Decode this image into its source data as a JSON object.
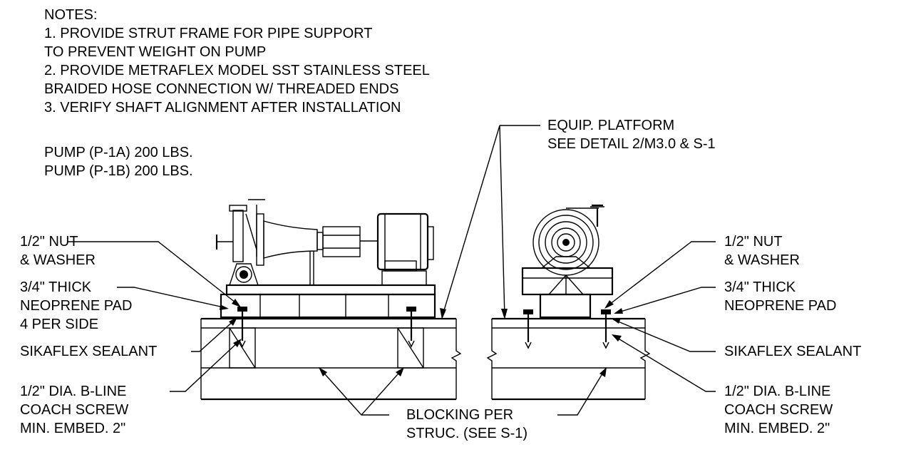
{
  "notes": {
    "heading": "NOTES:",
    "lines": [
      "1. PROVIDE STRUT FRAME FOR PIPE SUPPORT",
      "TO PREVENT WEIGHT ON PUMP",
      "2. PROVIDE METRAFLEX MODEL SST STAINLESS STEEL",
      "BRAIDED HOSE CONNECTION W/ THREADED ENDS",
      "3. VERIFY SHAFT ALIGNMENT AFTER INSTALLATION"
    ]
  },
  "weights": [
    "PUMP (P-1A) 200 LBS.",
    "PUMP (P-1B) 200 LBS."
  ],
  "callouts": {
    "platform": [
      "EQUIP. PLATFORM",
      "SEE DETAIL 2/M3.0 & S-1"
    ],
    "blocking": [
      "BLOCKING PER",
      "STRUC. (SEE S-1)"
    ],
    "left_nut": [
      "1/2\" NUT",
      "& WASHER"
    ],
    "left_pad": [
      "3/4\" THICK",
      "NEOPRENE PAD",
      "4 PER SIDE"
    ],
    "left_sealant": [
      "SIKAFLEX SEALANT"
    ],
    "left_screw": [
      "1/2\" DIA. B-LINE",
      "COACH SCREW",
      "MIN. EMBED. 2\""
    ],
    "right_nut": [
      "1/2\" NUT",
      "& WASHER"
    ],
    "right_pad": [
      "3/4\" THICK",
      "NEOPRENE PAD"
    ],
    "right_sealant": [
      "SIKAFLEX SEALANT"
    ],
    "right_screw": [
      "1/2\" DIA. B-LINE",
      "COACH SCREW",
      "MIN. EMBED. 2\""
    ]
  }
}
